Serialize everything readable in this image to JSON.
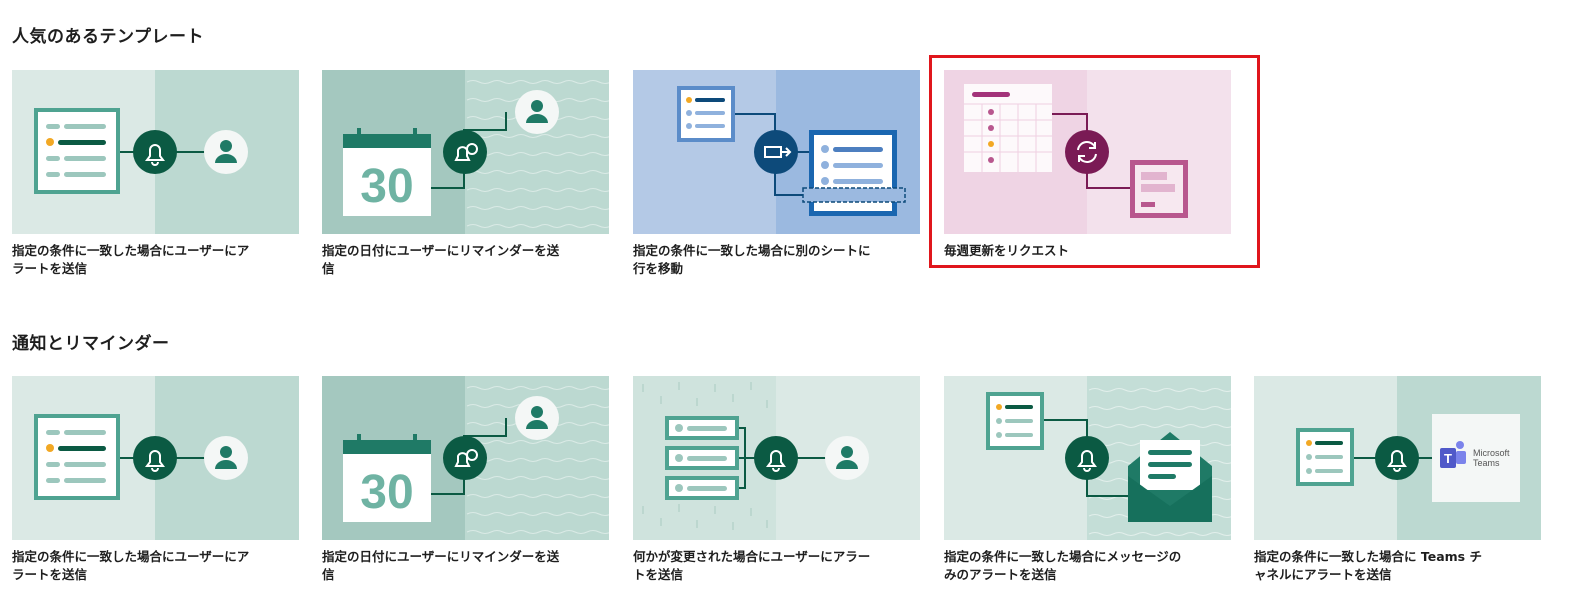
{
  "sections": {
    "popular": {
      "title": "人気のあるテンプレート",
      "cards": [
        {
          "caption": "指定の条件に一致した場合にユーザーにアラートを送信",
          "illustration": "list-bell-user"
        },
        {
          "caption": "指定の日付にユーザーにリマインダーを送信",
          "illustration": "calendar-30-alarm-user"
        },
        {
          "caption": "指定の条件に一致した場合に別のシートに行を移動",
          "illustration": "list-move-sheet"
        },
        {
          "caption": "毎週更新をリクエスト",
          "illustration": "grid-refresh-form"
        }
      ]
    },
    "notifications": {
      "title": "通知とリマインダー",
      "cards": [
        {
          "caption": "指定の条件に一致した場合にユーザーにアラートを送信",
          "illustration": "list-bell-user"
        },
        {
          "caption": "指定の日付にユーザーにリマインダーを送信",
          "illustration": "calendar-30-alarm-user"
        },
        {
          "caption": "何かが変更された場合にユーザーにアラートを送信",
          "illustration": "stack-bell-user"
        },
        {
          "caption": "指定の条件に一致した場合にメッセージのみのアラートを送信",
          "illustration": "list-bell-envelope"
        },
        {
          "caption": "指定の条件に一致した場合に Teams チャネルにアラートを送信",
          "illustration": "list-bell-teams"
        }
      ]
    }
  },
  "calendar_day": "30",
  "teams_logo_text": [
    "Microsoft",
    "Teams"
  ],
  "colors": {
    "dark_green": "#0b5a43",
    "teal": "#1f7a66",
    "pale_green": "#dbe9e5",
    "mid_green": "#bcd9d1",
    "blue_dark": "#0d4a7a",
    "blue_pale": "#b4c9e6",
    "purple": "#7a1b55",
    "pink_pale": "#f3e1ec",
    "highlight_red": "#e0161c"
  }
}
